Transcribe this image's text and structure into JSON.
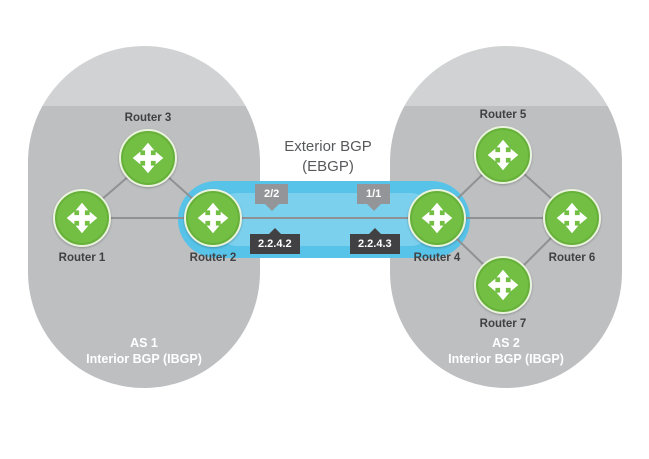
{
  "diagram_title": {
    "line1": "Exterior BGP",
    "line2": "(EBGP)"
  },
  "as_groups": [
    {
      "name": "AS 1",
      "subtitle": "Interior BGP (IBGP)"
    },
    {
      "name": "AS 2",
      "subtitle": "Interior BGP (IBGP)"
    }
  ],
  "routers": [
    {
      "label": "Router 1"
    },
    {
      "label": "Router 2"
    },
    {
      "label": "Router 3"
    },
    {
      "label": "Router 4"
    },
    {
      "label": "Router 5"
    },
    {
      "label": "Router 6"
    },
    {
      "label": "Router 7"
    }
  ],
  "port_tags": [
    {
      "label": "2/2"
    },
    {
      "label": "1/1"
    }
  ],
  "ip_tags": [
    {
      "label": "2.2.4.2"
    },
    {
      "label": "2.2.4.3"
    }
  ],
  "colors": {
    "as_fill": "#bdbfc1",
    "as_fill_top": "#d0d2d3",
    "ebgp_fill": "#57c3e8",
    "router_green": "#72bf44",
    "link_gray": "#8f9193",
    "port_tag_gray": "#939598",
    "ip_tag_dark": "#414042"
  }
}
